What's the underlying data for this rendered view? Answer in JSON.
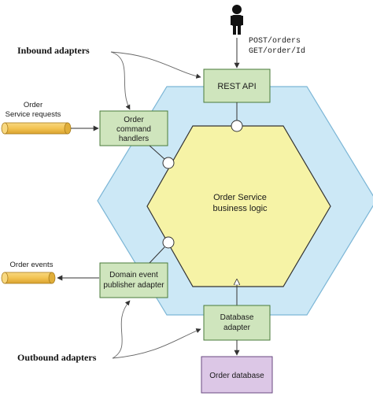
{
  "colors": {
    "outer_hex": "#cce8f6",
    "inner_hex": "#f6f3a6",
    "adapter_box": "#cfe5bd",
    "adapter_border": "#4a7a3a",
    "db_box": "#dcc7e6",
    "db_border": "#6a4a80",
    "cylinder": "#f3c453",
    "line": "#333333"
  },
  "actor": {
    "icon": "person-icon"
  },
  "request_labels": {
    "line1": "POST/orders",
    "line2": "GET/order/Id"
  },
  "core": {
    "line1": "Order Service",
    "line2": "business logic"
  },
  "adapters": {
    "rest_api": "REST API",
    "command_handlers": {
      "line1": "Order",
      "line2": "command",
      "line3": "handlers"
    },
    "event_publisher": {
      "line1": "Domain event",
      "line2": "publisher adapter"
    },
    "database_adapter": {
      "line1": "Database",
      "line2": "adapter"
    }
  },
  "database": "Order database",
  "external": {
    "service_requests": {
      "line1": "Order",
      "line2": "Service requests"
    },
    "order_events": "Order events"
  },
  "callouts": {
    "inbound": "Inbound adapters",
    "outbound": "Outbound adapters"
  }
}
